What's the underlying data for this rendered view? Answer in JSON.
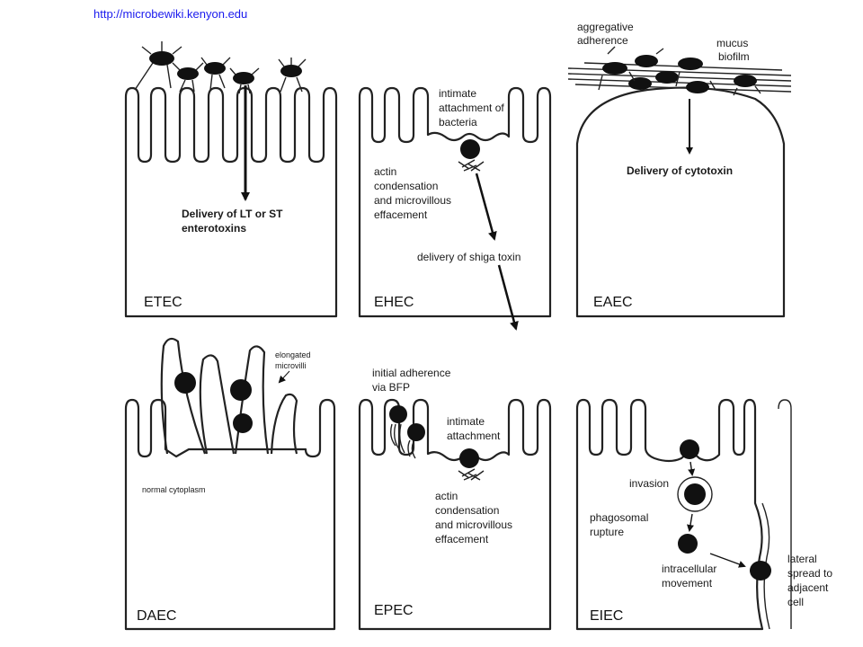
{
  "source_url": "http://microbewiki.kenyon.edu",
  "panels": {
    "etec": {
      "title": "ETEC",
      "labels": [
        "Delivery of LT or ST",
        "enterotoxins"
      ]
    },
    "ehec": {
      "title": "EHEC",
      "labels": {
        "attachment": [
          "intimate",
          "attachment of",
          "bacteria"
        ],
        "actin": [
          "actin",
          "condensation",
          "and microvillous",
          "effacement"
        ],
        "toxin": "delivery of shiga toxin"
      }
    },
    "eaec": {
      "title": "EAEC",
      "labels": {
        "adherence": [
          "aggregative",
          "adherence"
        ],
        "biofilm": [
          "mucus",
          "biofilm"
        ],
        "toxin": "Delivery of cytotoxin"
      }
    },
    "daec": {
      "title": "DAEC",
      "labels": {
        "microvilli": [
          "elongated",
          "microvilli"
        ],
        "cytoplasm": "normal cytoplasm"
      }
    },
    "epec": {
      "title": "EPEC",
      "labels": {
        "adherence": [
          "initial adherence",
          "via BFP"
        ],
        "attachment": [
          "intimate",
          "attachment"
        ],
        "actin": [
          "actin",
          "condensation",
          "and microvillous",
          "effacement"
        ]
      }
    },
    "eiec": {
      "title": "EIEC",
      "labels": {
        "invasion": "invasion",
        "rupture": [
          "phagosomal",
          "rupture"
        ],
        "movement": [
          "intracellular",
          "movement"
        ],
        "spread": [
          "lateral",
          "spread to",
          "adjacent",
          "cell"
        ]
      }
    }
  }
}
